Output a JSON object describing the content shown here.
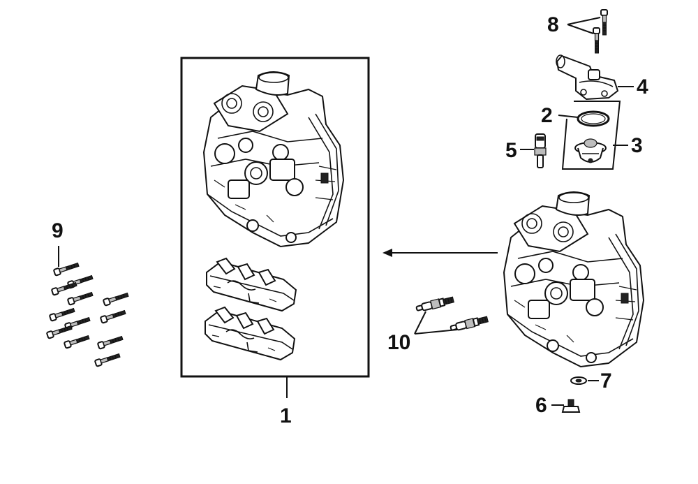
{
  "callouts": {
    "c1": "1",
    "c2": "2",
    "c3": "3",
    "c4": "4",
    "c5": "5",
    "c6": "6",
    "c7": "7",
    "c8": "8",
    "c9": "9",
    "c10": "10"
  },
  "colors": {
    "line": "#111111",
    "fill": "#ffffff",
    "shade": "#bdbdbd"
  }
}
